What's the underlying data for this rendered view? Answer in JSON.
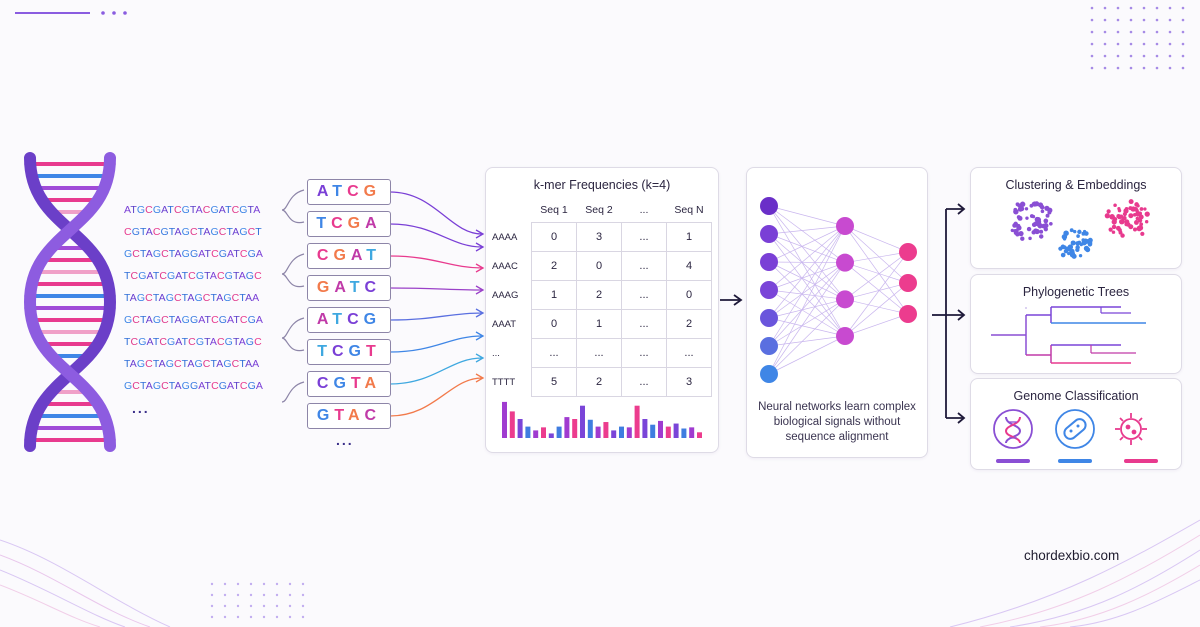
{
  "sequences": [
    "ATGCGATCGTACGATCGTA",
    "CGTACGTAGCTAGCTAGCT",
    "GCTAGCTAGGATCGATCGA",
    "TCGATCGATCGTACGTAGC",
    "TAGCTAGCTAGCTAGCTAA",
    "GCTAGCTAGGATCGATCGA",
    "TCGATCGATCGTACGTAGC",
    "TAGCTAGCTAGCTAGCTAA",
    "GCTAGCTAGGATCGATCGA"
  ],
  "sequences_more": "...",
  "kmers": [
    "ATCG",
    "TCGA",
    "CGAT",
    "GATC",
    "ATCG",
    "TCGT",
    "CGTA",
    "GTAC"
  ],
  "kmers_more": "...",
  "kmer_table": {
    "title": "k-mer Frequencies (k=4)",
    "columns": [
      "Seq 1",
      "Seq 2",
      "...",
      "Seq N"
    ],
    "rows": [
      {
        "label": "AAAA",
        "values": [
          "0",
          "3",
          "...",
          "1"
        ]
      },
      {
        "label": "AAAC",
        "values": [
          "2",
          "0",
          "...",
          "4"
        ]
      },
      {
        "label": "AAAG",
        "values": [
          "1",
          "2",
          "...",
          "0"
        ]
      },
      {
        "label": "AAAT",
        "values": [
          "0",
          "1",
          "...",
          "2"
        ]
      },
      {
        "label": "...",
        "values": [
          "...",
          "...",
          "...",
          "..."
        ]
      },
      {
        "label": "TTTT",
        "values": [
          "5",
          "2",
          "...",
          "3"
        ]
      }
    ]
  },
  "mini_histogram": {
    "colors": [
      "#a03bd0",
      "#ec3c8e",
      "#7a45d8",
      "#3f7de0"
    ],
    "values": [
      0.95,
      0.7,
      0.5,
      0.3,
      0.2,
      0.28,
      0.12,
      0.3,
      0.55,
      0.5,
      0.85,
      0.48,
      0.3,
      0.42,
      0.2,
      0.3,
      0.28,
      0.85,
      0.5,
      0.35,
      0.45,
      0.3,
      0.38,
      0.25,
      0.28,
      0.15
    ]
  },
  "neural_net": {
    "caption": "Neural networks learn complex biological signals without sequence alignment",
    "layers": [
      7,
      4,
      3
    ]
  },
  "outputs": {
    "clustering": "Clustering & Embeddings",
    "phylogenetic": "Phylogenetic Trees",
    "genome": "Genome Classification"
  },
  "footer": {
    "domain": "chordexbio.com"
  },
  "colors": {
    "purple": "#7a3fd6",
    "pink": "#e83a8e",
    "blue": "#3f86e6",
    "orange": "#f27a4b",
    "dark": "#1f1a3a"
  }
}
